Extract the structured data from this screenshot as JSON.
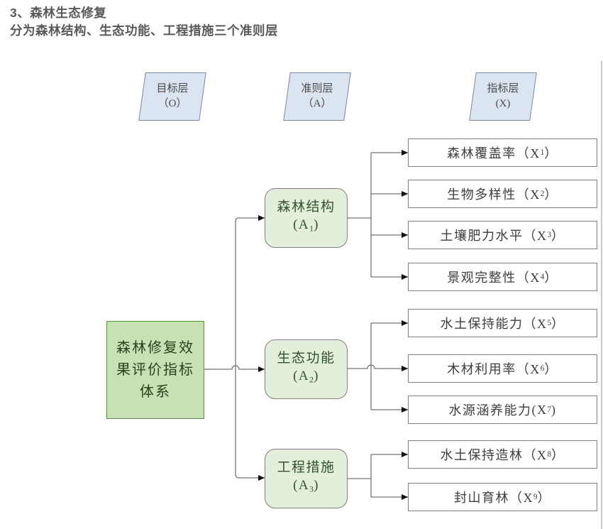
{
  "title": {
    "line1": "3、森林生态修复",
    "line2": "分为森林结构、生态功能、工程措施三个准则层"
  },
  "layers": [
    {
      "label": "目标层",
      "code": "（O）"
    },
    {
      "label": "准则层",
      "code": "（A）"
    },
    {
      "label": "指标层",
      "code": "(X)"
    }
  ],
  "goal": {
    "line1": "森林修复效",
    "line2": "果评价指标",
    "line3": "体系"
  },
  "criteria": [
    {
      "name": "森林结构",
      "code_open": "(A",
      "code_sub": "1",
      "code_close": ")"
    },
    {
      "name": "生态功能",
      "code_open": "(A",
      "code_sub": "2",
      "code_close": ")"
    },
    {
      "name": "工程措施",
      "code_open": "(A",
      "code_sub": "3",
      "code_close": ")"
    }
  ],
  "indicators": [
    {
      "name": "森林覆盖率",
      "open": "（X",
      "sub": "1",
      "close": "）"
    },
    {
      "name": "生物多样性",
      "open": "（X",
      "sub": "2",
      "close": "）"
    },
    {
      "name": "土壤肥力水平",
      "open": "（X",
      "sub": "3",
      "close": "）"
    },
    {
      "name": "景观完整性",
      "open": "（X",
      "sub": "4",
      "close": "）"
    },
    {
      "name": "水土保持能力",
      "open": "（X",
      "sub": "5",
      "close": "）"
    },
    {
      "name": "木材利用率",
      "open": "（X",
      "sub": "6",
      "close": "）"
    },
    {
      "name": "水源涵养能力",
      "open": "(X",
      "sub": "7",
      "close": ")"
    },
    {
      "name": "水土保持造林",
      "open": "（X",
      "sub": "8",
      "close": "）"
    },
    {
      "name": "封山育林",
      "open": "（X",
      "sub": "9",
      "close": "）"
    }
  ],
  "colors": {
    "goal_fill": "#c7e1b5",
    "goal_border": "#5a8f3c",
    "criteria_fill": "#e3efdb",
    "layer_fill": "#dbe5f1",
    "connector": "#757575",
    "arrowhead": "#111111",
    "title_text": "#595959"
  }
}
